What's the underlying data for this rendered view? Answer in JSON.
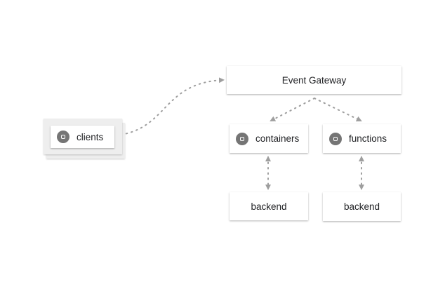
{
  "nodes": {
    "gateway": {
      "label": "Event Gateway"
    },
    "clients": {
      "label": "clients",
      "icon": "service-icon"
    },
    "containers": {
      "label": "containers",
      "icon": "service-icon"
    },
    "functions": {
      "label": "functions",
      "icon": "service-icon"
    },
    "backend_left": {
      "label": "backend"
    },
    "backend_right": {
      "label": "backend"
    }
  },
  "colors": {
    "connector": "#9e9e9e",
    "icon": "#757575",
    "text": "#202124",
    "stack": "#eeeeee"
  }
}
